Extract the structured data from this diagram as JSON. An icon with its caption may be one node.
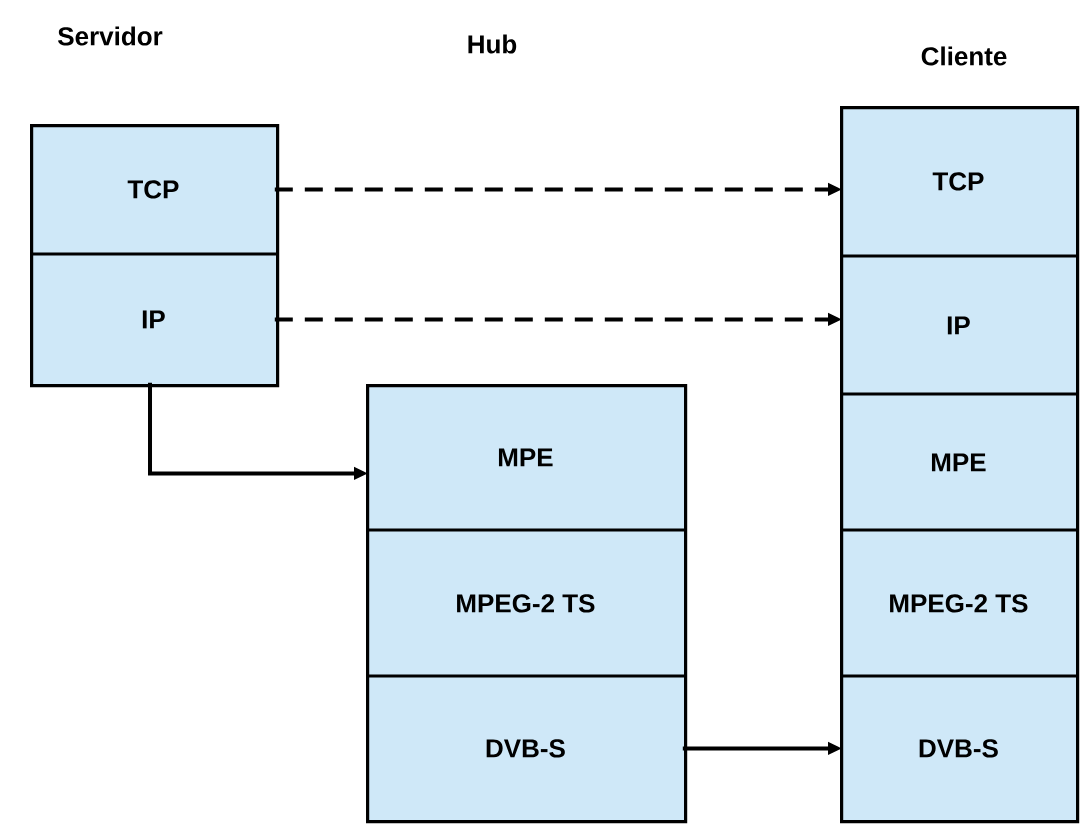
{
  "diagram": {
    "nodes": [
      {
        "text": [],
        "shape": "box"
      },
      {
        "text": [
          "TCP"
        ],
        "in": 0
      },
      {
        "text": [
          "IP"
        ],
        "in": 0
      },
      {
        "text": [],
        "shape": "box"
      },
      {
        "text": [
          "MPE"
        ],
        "in": 3
      },
      {
        "text": [
          "MPEG-2 TS"
        ],
        "in": 3
      },
      {
        "text": [
          "DVB-S"
        ],
        "in": 3
      },
      {
        "text": [],
        "shape": "box"
      },
      {
        "text": [
          "TCP"
        ],
        "in": 7
      },
      {
        "text": [
          "IP"
        ],
        "in": 7
      },
      {
        "text": [
          "MPE"
        ],
        "in": 7
      },
      {
        "text": [
          "MPEG-2 TS"
        ],
        "in": 7
      },
      {
        "text": [
          "DVB-S"
        ],
        "in": 7
      }
    ],
    "edges": [
      {
        "from": 1,
        "to": 8,
        "arrow": "to",
        "style": "dashed"
      },
      {
        "from": 2,
        "to": 9,
        "arrow": "to",
        "style": "dashed"
      },
      {
        "from": 2,
        "to": 4,
        "arrow": "to"
      },
      {
        "from": 6,
        "to": 12,
        "arrow": "to"
      }
    ],
    "labels": [
      "Servidor",
      "Hub",
      "Cliente"
    ]
  }
}
